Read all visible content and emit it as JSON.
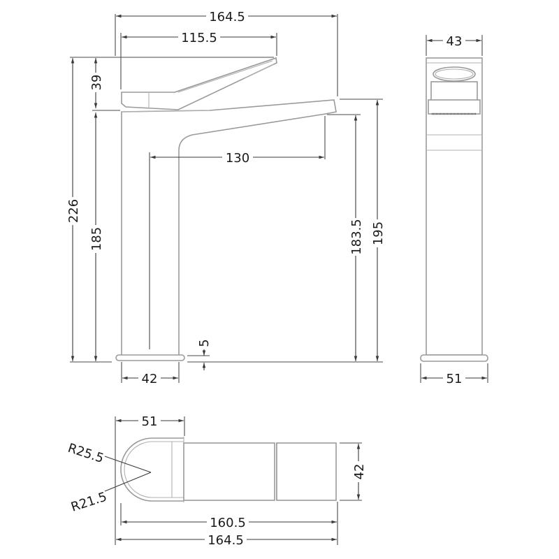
{
  "drawing": {
    "title": "Basin mixer tap technical dimension drawing",
    "units": "mm",
    "line_color": "#9a9a9a",
    "dimension_color": "#3a3a3a",
    "text_color": "#1a1a1a"
  },
  "side_view": {
    "overall_width": "164.5",
    "lever_length": "115.5",
    "lever_height": "39",
    "overall_height": "226",
    "body_height": "185",
    "spout_reach": "130",
    "spout_outlet_height": "183.5",
    "spout_top_height": "195",
    "base_thickness": "5",
    "base_width": "42"
  },
  "front_view": {
    "top_width": "43",
    "base_width": "51"
  },
  "top_view": {
    "base_depth": "51",
    "outer_radius": "R25.5",
    "inner_radius": "R21.5",
    "spout_width": "42",
    "body_length": "160.5",
    "overall_length": "164.5"
  }
}
